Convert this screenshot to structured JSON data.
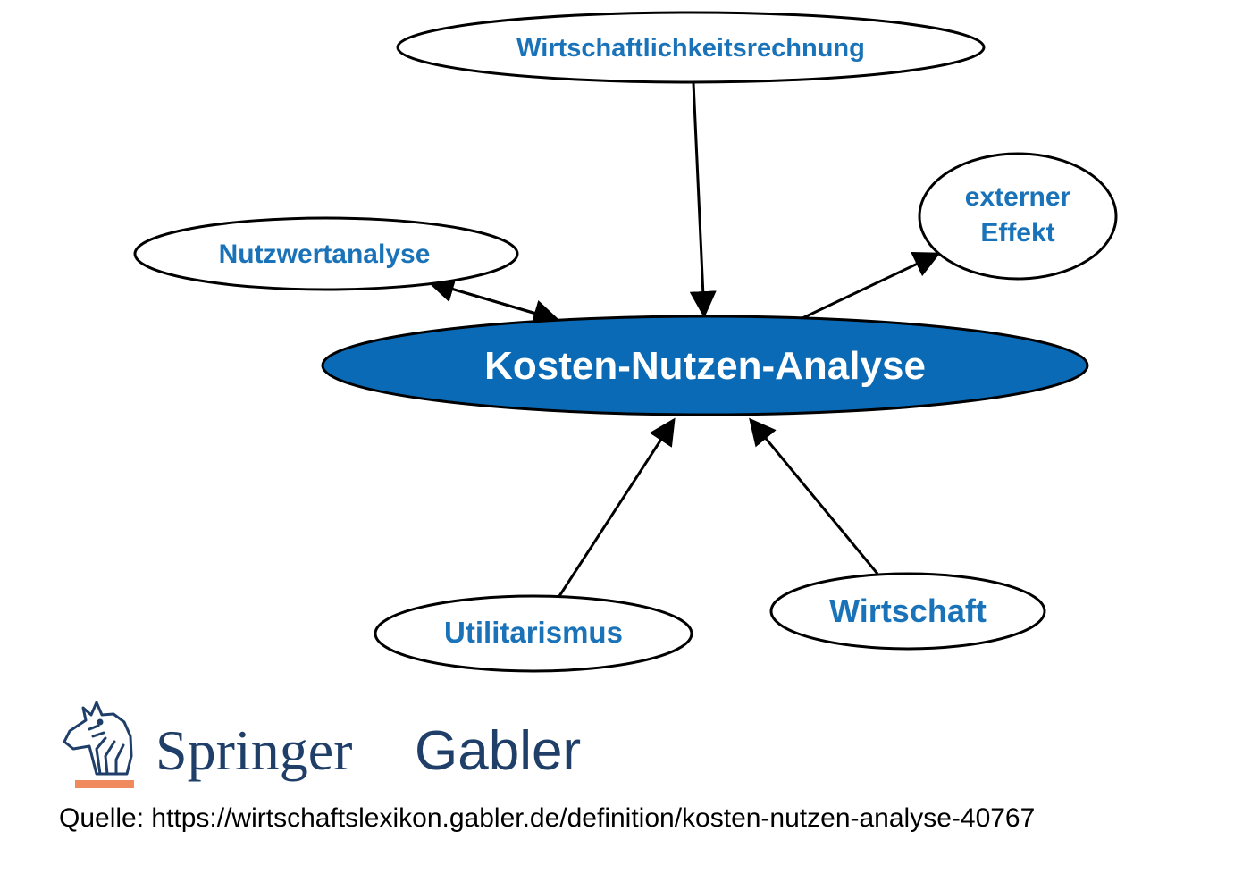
{
  "colors": {
    "node_text": "#1a73b8",
    "main_fill": "#0a6ab5",
    "main_text": "#ffffff",
    "edge": "#000000",
    "logo_text": "#1f3f69",
    "logo_bar": "#f08a5d"
  },
  "nodes": {
    "main": "Kosten-Nutzen-Analyse",
    "wirtschaftlichkeitsrechnung": "Wirtschaftlichkeitsrechnung",
    "externer_effekt_line1": "externer",
    "externer_effekt_line2": "Effekt",
    "nutzwertanalyse": "Nutzwertanalyse",
    "utilitarismus": "Utilitarismus",
    "wirtschaft": "Wirtschaft"
  },
  "logo": {
    "brand_primary": "Springer",
    "brand_secondary": "Gabler",
    "icon": "knight-horse-head-icon"
  },
  "source": "Quelle: https://wirtschaftslexikon.gabler.de/definition/kosten-nutzen-analyse-40767"
}
